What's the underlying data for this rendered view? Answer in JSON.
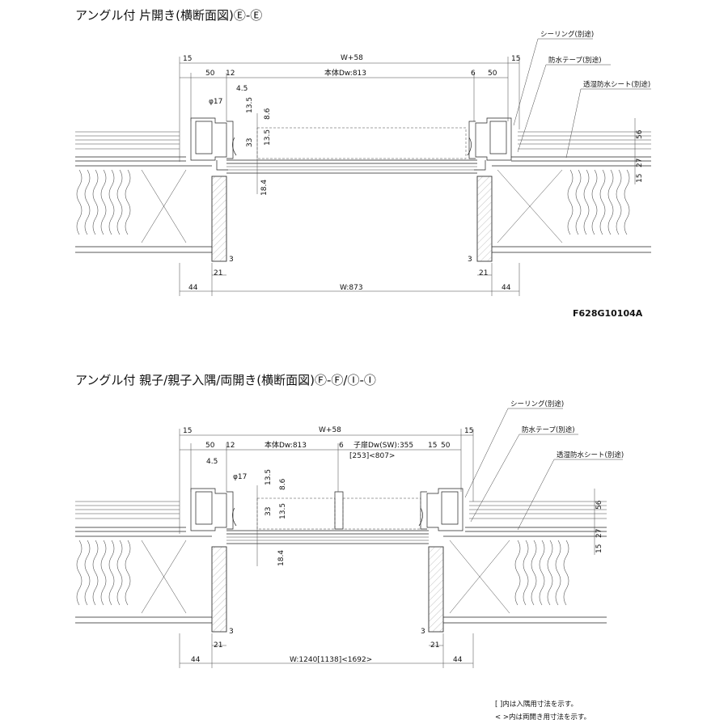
{
  "top": {
    "title": "アングル付 片開き(横断面図)Ⓔ-Ⓔ",
    "dims": {
      "left15": "15",
      "right15": "15",
      "w58": "W+58",
      "left50": "50",
      "left12": "12",
      "body": "本体Dw:813",
      "right6": "6",
      "right50": "50",
      "d45": "4.5",
      "phi17": "φ17",
      "v135a": "13.5",
      "v86": "8.6",
      "v33": "33",
      "v135b": "13.5",
      "v184": "18.4",
      "r56": "56",
      "r27": "27",
      "r15": "15",
      "b3l": "3",
      "b21l": "21",
      "b3r": "3",
      "b21r": "21",
      "b44l": "44",
      "bw": "W:873",
      "b44r": "44"
    },
    "callouts": {
      "seal": "シーリング(別途)",
      "tape": "防水テープ(別途)",
      "sheet": "透湿防水シート(別途)"
    },
    "code": "F628G10104A"
  },
  "bottom": {
    "title": "アングル付 親子/親子入隅/両開き(横断面図)Ⓕ-Ⓕ/Ⓘ-Ⓘ",
    "dims": {
      "left15": "15",
      "right15": "15",
      "w58": "W+58",
      "left50": "50",
      "left12": "12",
      "body": "本体Dw:813",
      "child6": "6",
      "child": "子扉Dw(SW):355",
      "childsub": "[253]<807>",
      "right15b": "15",
      "right50": "50",
      "d45": "4.5",
      "phi17": "φ17",
      "v135a": "13.5",
      "v86": "8.6",
      "v33": "33",
      "v135b": "13.5",
      "v184": "18.4",
      "r56": "56",
      "r27": "27",
      "r15": "15",
      "b3l": "3",
      "b21l": "21",
      "b3r": "3",
      "b21r": "21",
      "b44l": "44",
      "bw": "W:1240[1138]<1692>",
      "b44r": "44"
    },
    "callouts": {
      "seal": "シーリング(別途)",
      "tape": "防水テープ(別途)",
      "sheet": "透湿防水シート(別途)"
    }
  },
  "notes": {
    "n1": "[ ]内は入隅用寸法を示す。",
    "n2": "< >内は両開き用寸法を示す。"
  }
}
